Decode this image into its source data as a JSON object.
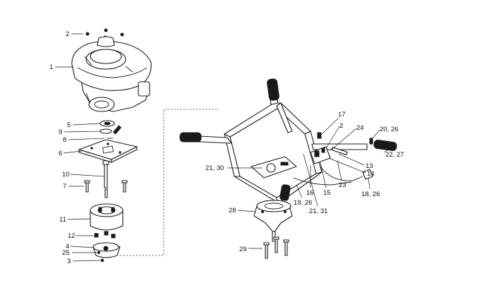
{
  "callouts": [
    {
      "id": "c1",
      "text": "1"
    },
    {
      "id": "c2a",
      "text": "2"
    },
    {
      "id": "c3",
      "text": "3"
    },
    {
      "id": "c4",
      "text": "4"
    },
    {
      "id": "c5",
      "text": "5"
    },
    {
      "id": "c6",
      "text": "6"
    },
    {
      "id": "c7",
      "text": "7"
    },
    {
      "id": "c8",
      "text": "8"
    },
    {
      "id": "c9",
      "text": "9"
    },
    {
      "id": "c10",
      "text": "10"
    },
    {
      "id": "c11",
      "text": "11"
    },
    {
      "id": "c12",
      "text": "12"
    },
    {
      "id": "c25",
      "text": "25"
    },
    {
      "id": "c17",
      "text": "17"
    },
    {
      "id": "c2b",
      "text": "2"
    },
    {
      "id": "c24",
      "text": "24"
    },
    {
      "id": "c20_26",
      "text": "20, 26"
    },
    {
      "id": "c22_27",
      "text": "22, 27"
    },
    {
      "id": "c13",
      "text": "13"
    },
    {
      "id": "c14",
      "text": "14"
    },
    {
      "id": "c21_30",
      "text": "21, 30"
    },
    {
      "id": "c16",
      "text": "16"
    },
    {
      "id": "c15",
      "text": "15"
    },
    {
      "id": "c23",
      "text": "23"
    },
    {
      "id": "c18_26",
      "text": "18, 26"
    },
    {
      "id": "c19_26",
      "text": "19, 26"
    },
    {
      "id": "c21_31",
      "text": "21, 31"
    },
    {
      "id": "c28",
      "text": "28"
    },
    {
      "id": "c29",
      "text": "29"
    }
  ]
}
